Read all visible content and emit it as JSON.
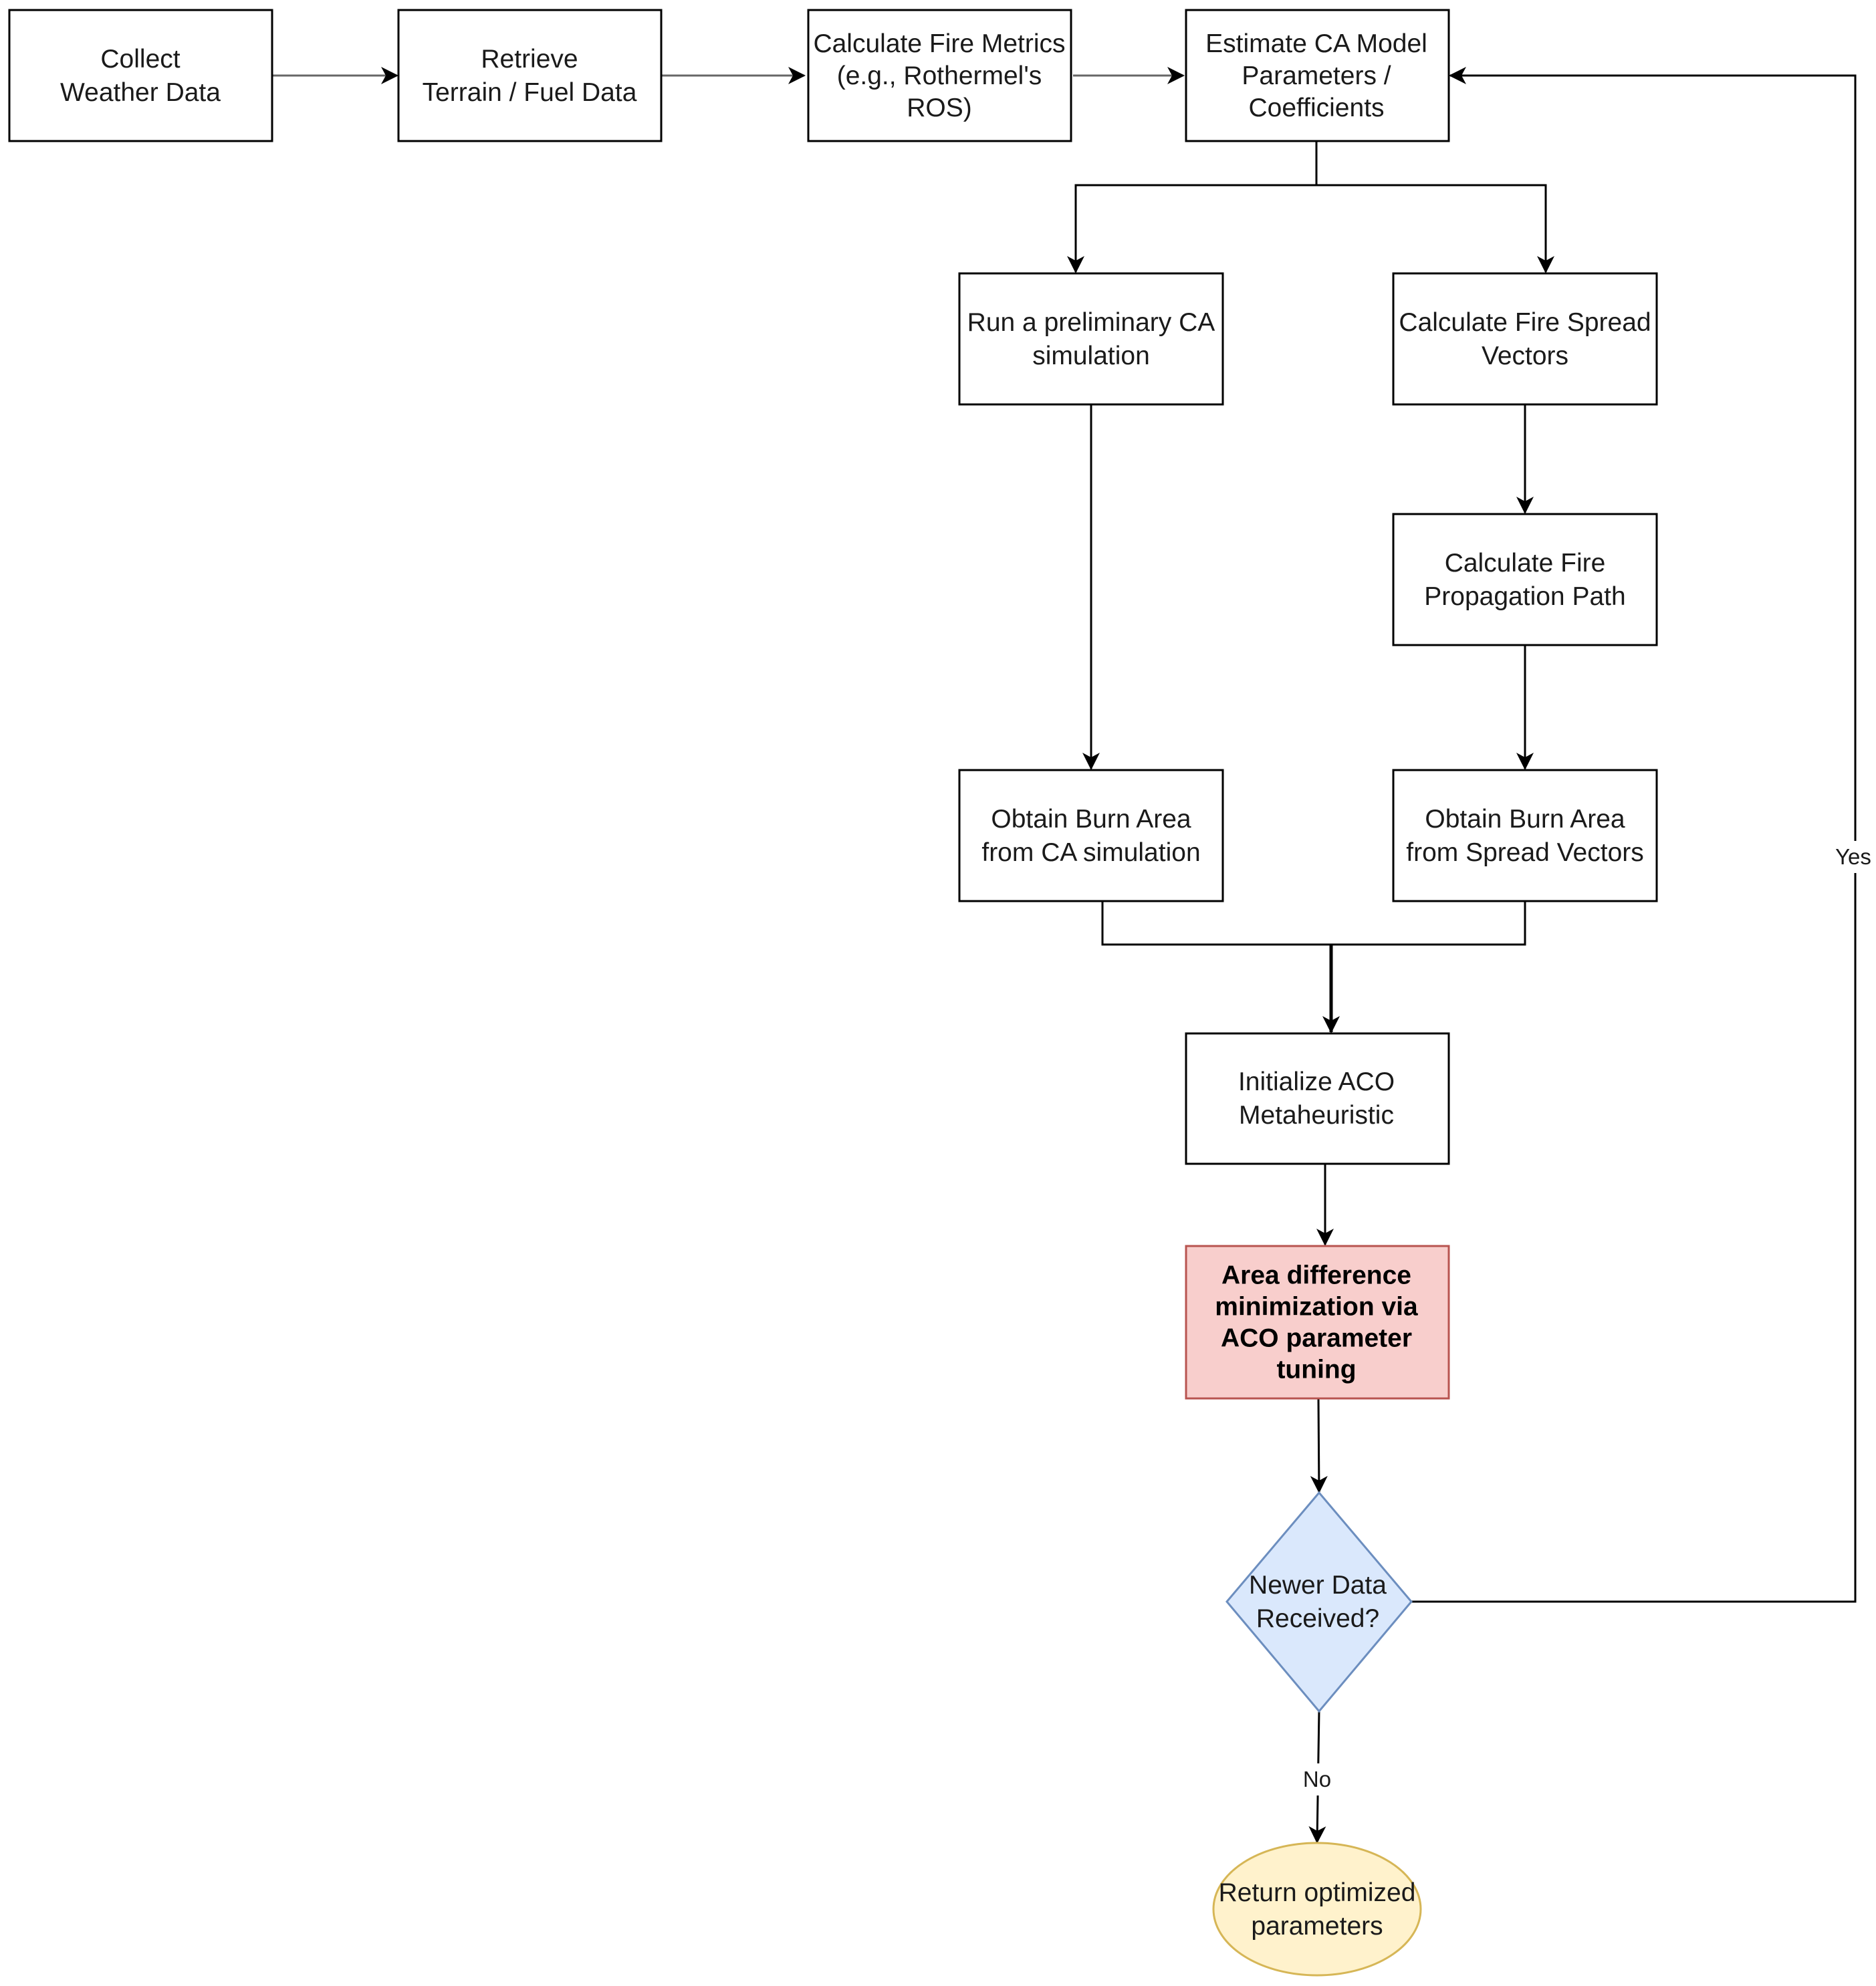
{
  "nodes": {
    "collect_weather": {
      "lines": [
        "Collect",
        "Weather Data"
      ]
    },
    "retrieve_terrain": {
      "lines": [
        "Retrieve",
        "Terrain / Fuel Data"
      ]
    },
    "calc_fire_metrics": {
      "lines": [
        "Calculate Fire Metrics",
        "(e.g., Rothermel's",
        "ROS)"
      ]
    },
    "estimate_ca": {
      "lines": [
        "Estimate CA Model",
        "Parameters /",
        "Coefficients"
      ]
    },
    "run_preliminary": {
      "lines": [
        "Run a preliminary CA",
        "simulation"
      ]
    },
    "calc_spread_vectors": {
      "lines": [
        "Calculate Fire Spread",
        "Vectors"
      ]
    },
    "calc_propagation": {
      "lines": [
        "Calculate Fire",
        "Propagation Path"
      ]
    },
    "burn_area_ca": {
      "lines": [
        "Obtain Burn Area",
        "from CA simulation"
      ]
    },
    "burn_area_vectors": {
      "lines": [
        "Obtain Burn Area",
        "from Spread Vectors"
      ]
    },
    "init_aco": {
      "lines": [
        "Initialize ACO",
        "Metaheuristic"
      ]
    },
    "area_minimization": {
      "lines": [
        "Area difference",
        "minimization via",
        "ACO parameter",
        "tuning"
      ]
    },
    "newer_data": {
      "lines": [
        "Newer Data",
        "Received?"
      ]
    },
    "return_params": {
      "lines": [
        "Return optimized",
        "parameters"
      ]
    }
  },
  "edge_labels": {
    "yes": "Yes",
    "no": "No"
  },
  "colors": {
    "stroke": "#000000",
    "stroke_gray": "#666666",
    "highlight_fill": "#f8cecc",
    "highlight_stroke": "#b85450",
    "decision_fill": "#dae8fc",
    "decision_stroke": "#6c8ebf",
    "terminal_fill": "#fff2cc",
    "terminal_stroke": "#d6b656"
  }
}
